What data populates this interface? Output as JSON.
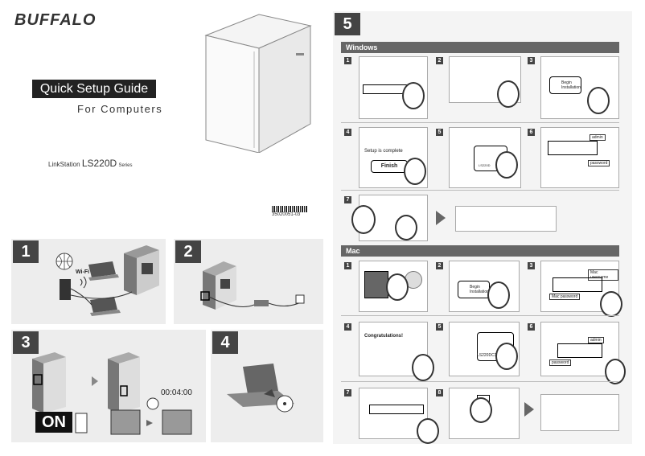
{
  "cover": {
    "brand": "BUFFALO",
    "title": "Quick Setup Guide",
    "subtitle": "For Computers",
    "product_prefix": "LinkStation",
    "model": "LS220D",
    "series": "Series",
    "doc_number": "35020051-03"
  },
  "steps": {
    "step1": "1",
    "step2": "2",
    "step3": "3",
    "step4": "4",
    "step5": "5",
    "wifi_label": "Wi-Fi",
    "on_label": "ON",
    "timer": "00:04:00"
  },
  "windows": {
    "heading": "Windows",
    "sub": [
      "1",
      "2",
      "3",
      "4",
      "5",
      "6",
      "7"
    ],
    "setup_label": "Setup is complete",
    "finish_label": "Finish",
    "begin_label": "Begin Installation",
    "admin_label": "admin",
    "password_label": "password",
    "ls_label": "LS220D"
  },
  "mac": {
    "heading": "Mac",
    "sub": [
      "1",
      "2",
      "3",
      "4",
      "5",
      "6",
      "7",
      "8"
    ],
    "mac_username": "Mac username",
    "mac_password": "Mac password",
    "begin_label": "Begin Installation",
    "congrats": "Congratulations!",
    "device_label": "LS220DC1C",
    "admin_label": "admin",
    "password_label": "password"
  }
}
